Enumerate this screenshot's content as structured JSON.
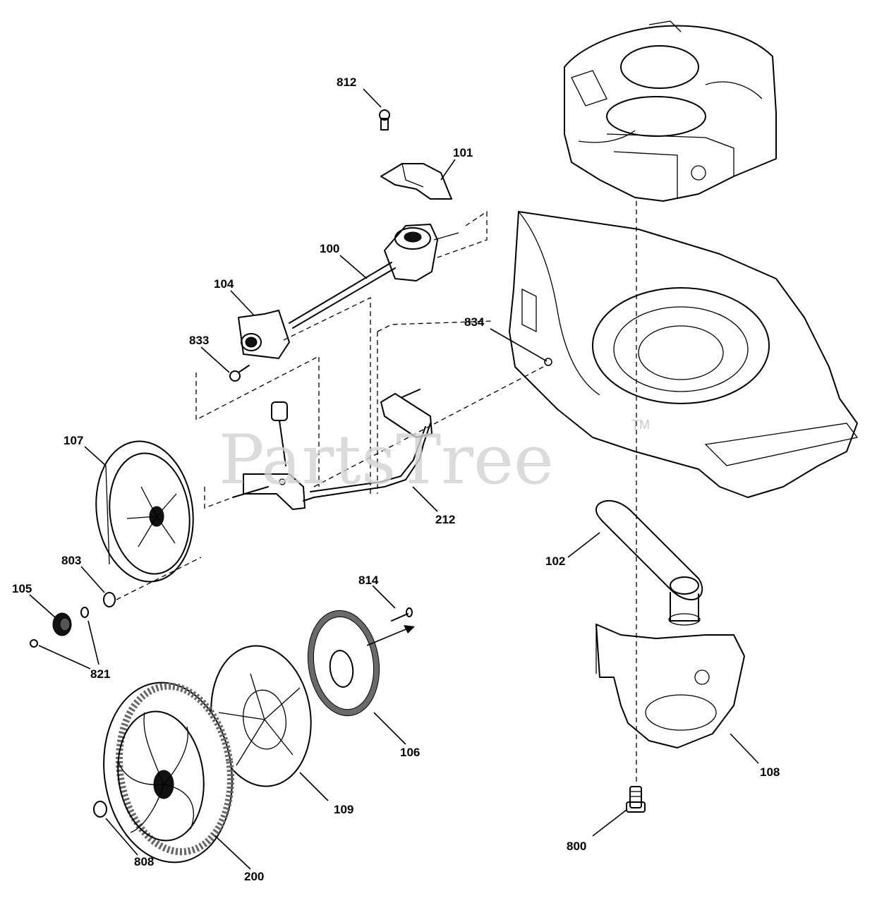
{
  "watermark": {
    "text": "PartsTree",
    "trademark": "TM"
  },
  "callouts": [
    {
      "id": "812"
    },
    {
      "id": "101"
    },
    {
      "id": "100"
    },
    {
      "id": "104"
    },
    {
      "id": "834"
    },
    {
      "id": "833"
    },
    {
      "id": "107"
    },
    {
      "id": "212"
    },
    {
      "id": "102"
    },
    {
      "id": "803"
    },
    {
      "id": "814"
    },
    {
      "id": "105"
    },
    {
      "id": "821"
    },
    {
      "id": "106"
    },
    {
      "id": "108"
    },
    {
      "id": "109"
    },
    {
      "id": "800"
    },
    {
      "id": "808"
    },
    {
      "id": "200"
    }
  ]
}
